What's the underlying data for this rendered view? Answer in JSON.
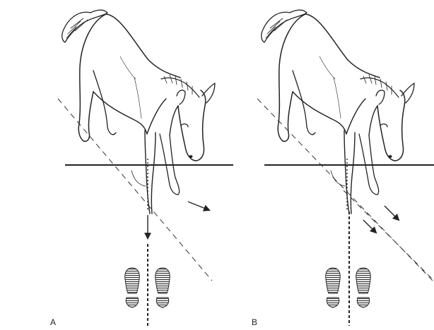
{
  "figure": {
    "panels": [
      {
        "id": "A",
        "label": "A"
      },
      {
        "id": "B",
        "label": "B"
      }
    ],
    "colors": {
      "ink": "#222222",
      "background": "#ffffff",
      "hoof_hatch": "#333333"
    },
    "icons": [
      "foal-illustration",
      "hoof-print-icon",
      "direction-arrow-icon"
    ]
  }
}
